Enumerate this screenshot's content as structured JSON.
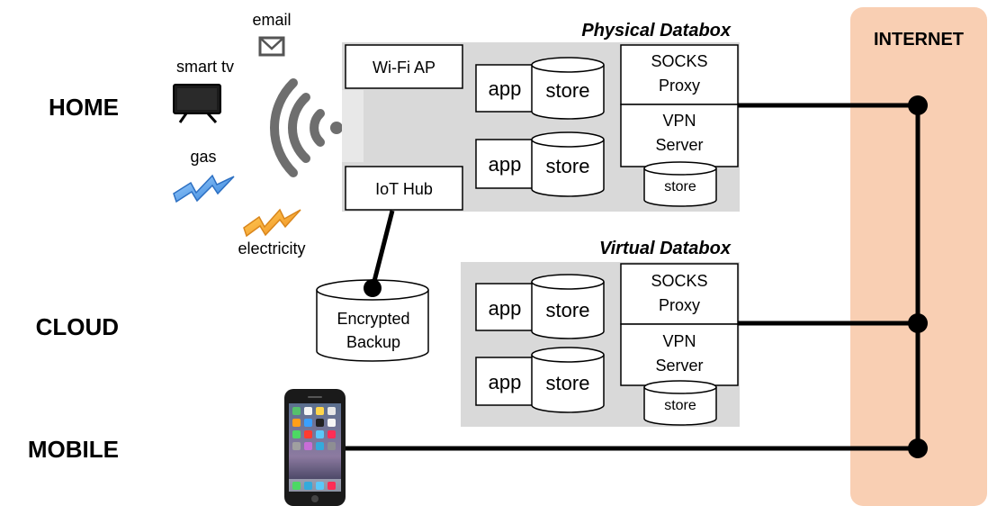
{
  "zones": {
    "home": "HOME",
    "cloud": "CLOUD",
    "mobile": "MOBILE",
    "internet": "INTERNET"
  },
  "devices": {
    "email": "email",
    "smart_tv": "smart tv",
    "gas": "gas",
    "electricity": "electricity"
  },
  "physical": {
    "title": "Physical Databox",
    "wifi": "Wi-Fi AP",
    "iot_hub": "IoT Hub",
    "app1": "app",
    "store1": "store",
    "app2": "app",
    "store2": "store",
    "socks1": "SOCKS",
    "socks2": "Proxy",
    "vpn1": "VPN",
    "vpn2": "Server",
    "vpn_store": "store"
  },
  "backup": {
    "line1": "Encrypted",
    "line2": "Backup"
  },
  "virtual": {
    "title": "Virtual Databox",
    "app1": "app",
    "store1": "store",
    "app2": "app",
    "store2": "store",
    "socks1": "SOCKS",
    "socks2": "Proxy",
    "vpn1": "VPN",
    "vpn2": "Server",
    "vpn_store": "store"
  },
  "colors": {
    "internet_band": "#f9cfb3",
    "databox_bg": "#d9d9d9",
    "line": "#000000",
    "tv_screen": "#1b1b1b",
    "gas_bolt": "#3a8fe0",
    "electricity_bolt": "#f2a93b",
    "wifi": "#6e6e6e"
  }
}
